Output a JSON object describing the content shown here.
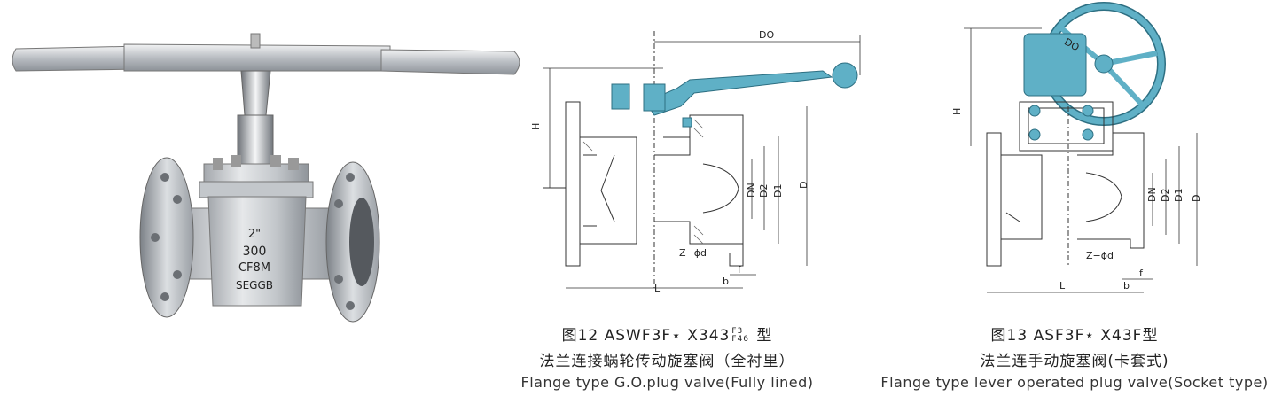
{
  "photo": {
    "casting_marks": [
      "2\"",
      "300",
      "CF8M",
      "SEGGB"
    ]
  },
  "figure12": {
    "dims": {
      "do": "DO",
      "h": "H",
      "dn": "DN",
      "d2": "D2",
      "d1": "D1",
      "d": "D",
      "z_phi_d": "Z−ϕd",
      "f": "f",
      "b": "b",
      "l": "L"
    },
    "caption": {
      "prefix": "图12  ASWF3F⋆  X343",
      "sup_top": "F3",
      "sup_bottom": "F46",
      "suffix": " 型",
      "line2": "法兰连接蜗轮传动旋塞阀（全衬里）",
      "line3": "Flange type G.O.plug valve(Fully lined)"
    }
  },
  "figure13": {
    "dims": {
      "do": "DO",
      "h": "H",
      "dn": "DN",
      "d2": "D2",
      "d1": "D1",
      "d": "D",
      "z_phi_d": "Z−ϕd",
      "f": "f",
      "b": "b",
      "l": "L"
    },
    "caption": {
      "line1": "图13  ASF3F⋆  X43F型",
      "line2": "法兰连手动旋塞阀(卡套式)",
      "line3": "Flange type lever operated plug valve(Socket type)"
    }
  },
  "colors": {
    "steel": "#c9ccd0",
    "accent_blue": "#5fb0c6",
    "line": "#333333"
  }
}
